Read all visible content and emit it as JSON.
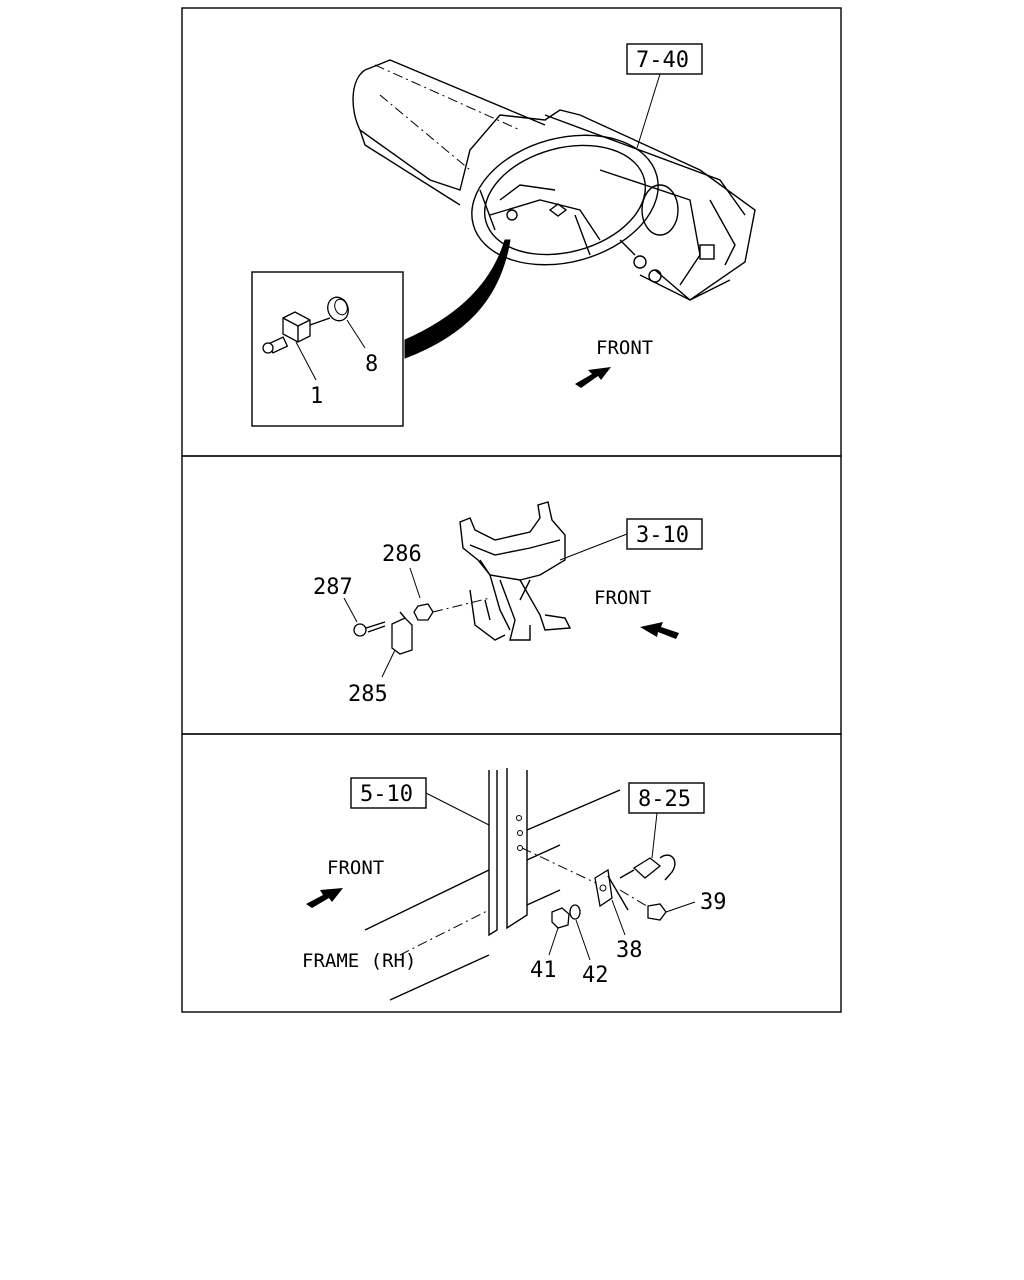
{
  "panels": [
    {
      "refs": [
        "7-40"
      ],
      "callouts": [
        "8",
        "1"
      ],
      "direction_label": "FRONT"
    },
    {
      "refs": [
        "3-10"
      ],
      "callouts": [
        "286",
        "287",
        "285"
      ],
      "direction_label": "FRONT"
    },
    {
      "refs": [
        "5-10",
        "8-25"
      ],
      "callouts": [
        "39",
        "38",
        "41",
        "42"
      ],
      "direction_label": "FRONT",
      "frame_label": "FRAME (RH)"
    }
  ],
  "icons": {
    "direction_arrow": "front-arrow-icon"
  }
}
